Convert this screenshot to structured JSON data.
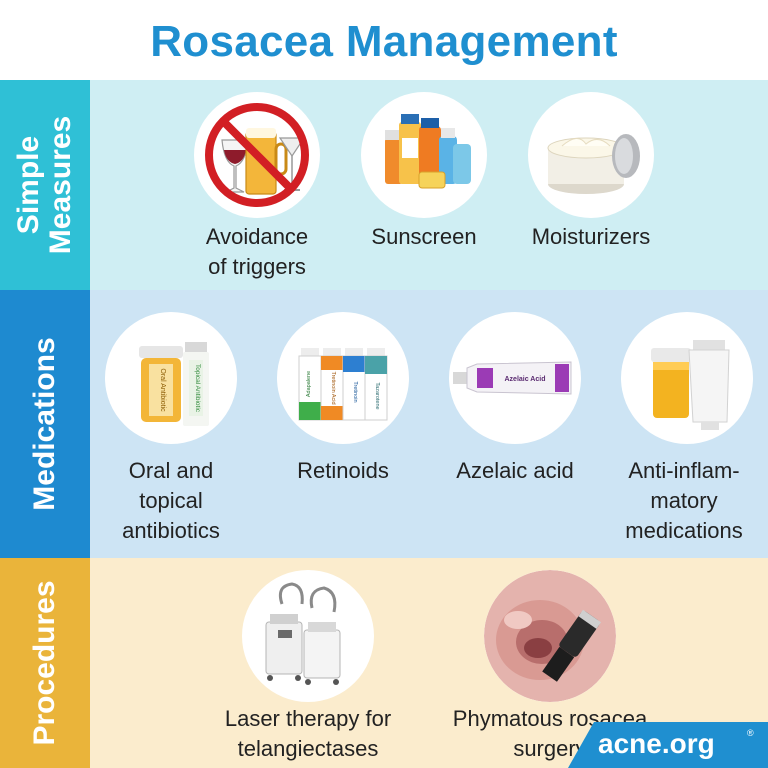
{
  "title": "Rosacea Management",
  "colors": {
    "title": "#1f8fd0",
    "simple_label": "#2fc0d6",
    "simple_bg": "#cfeef3",
    "meds_label": "#1e8ad0",
    "meds_bg": "#cde4f4",
    "proc_label": "#eab43a",
    "proc_bg": "#fbeccd",
    "logo_bg": "#1f8fd0"
  },
  "sections": [
    {
      "label": "Simple\nMeasures",
      "items": [
        {
          "caption": "Avoidance\nof triggers",
          "icon": "no-alcohol-icon"
        },
        {
          "caption": "Sunscreen",
          "icon": "sunscreen-bottles-icon"
        },
        {
          "caption": "Moisturizers",
          "icon": "cream-jar-icon"
        }
      ]
    },
    {
      "label": "Medications",
      "items": [
        {
          "caption": "Oral and\ntopical\nantibiotics",
          "icon": "antibiotics-icon",
          "labels": [
            "Oral Antibiotic",
            "Topical Antibiotic"
          ]
        },
        {
          "caption": "Retinoids",
          "icon": "retinoid-tubes-icon",
          "labels": [
            "Adapalene",
            "Tretinoin Acid",
            "Tretinoin",
            "Tazarotene"
          ]
        },
        {
          "caption": "Azelaic acid",
          "icon": "azelaic-tube-icon",
          "labels": [
            "Azelaic Acid"
          ]
        },
        {
          "caption": "Anti-inflam-\nmatory\nmedications",
          "icon": "pill-bottle-tube-icon"
        }
      ]
    },
    {
      "label": "Procedures",
      "items": [
        {
          "caption": "Laser therapy for\ntelangiectases",
          "icon": "laser-machine-icon"
        },
        {
          "caption": "Phymatous rosacea\nsurgery",
          "icon": "nose-surgery-icon"
        }
      ]
    }
  ],
  "logo": {
    "text": "acne.org",
    "reg": "®"
  }
}
